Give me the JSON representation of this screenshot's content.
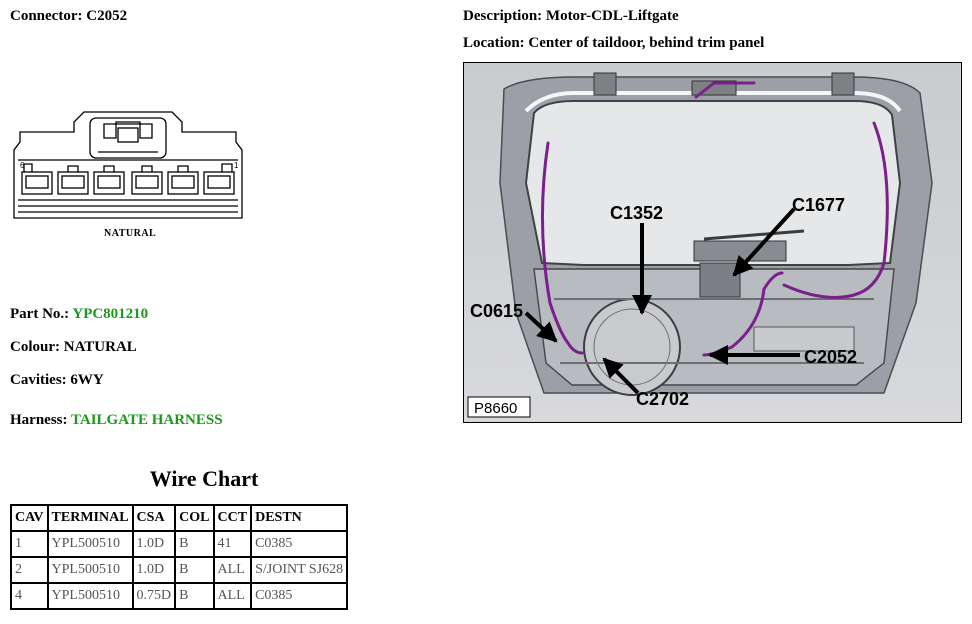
{
  "connector": {
    "label": "Connector:",
    "value": "C2052"
  },
  "description": {
    "label": "Description:",
    "value": "Motor-CDL-Liftgate"
  },
  "location": {
    "label": "Location:",
    "value": "Center of taildoor, behind trim panel"
  },
  "connector_diagram": {
    "caption": "NATURAL",
    "pin_left": "6",
    "pin_right": "1"
  },
  "part_no": {
    "label": "Part No.:",
    "value": "YPC801210"
  },
  "colour": {
    "label": "Colour:",
    "value": "NATURAL"
  },
  "cavities": {
    "label": "Cavities:",
    "value": "6WY"
  },
  "harness": {
    "label": "Harness:",
    "value": "TAILGATE HARNESS"
  },
  "wire_chart": {
    "title": "Wire Chart",
    "headers": [
      "CAV",
      "TERMINAL",
      "CSA",
      "COL",
      "CCT",
      "DESTN"
    ],
    "rows": [
      [
        "1",
        "YPL500510",
        "1.0D",
        "B",
        "41",
        "C0385"
      ],
      [
        "2",
        "YPL500510",
        "1.0D",
        "B",
        "ALL",
        "S/JOINT SJ628"
      ],
      [
        "4",
        "YPL500510",
        "0.75D",
        "B",
        "ALL",
        "C0385"
      ]
    ]
  },
  "location_image": {
    "figure_id": "P8660",
    "callouts": [
      "C1352",
      "C1677",
      "C0615",
      "C2052",
      "C2702"
    ]
  },
  "colors": {
    "green_text": "#1a9a1a",
    "harness_wire": "#7a1f8c"
  }
}
